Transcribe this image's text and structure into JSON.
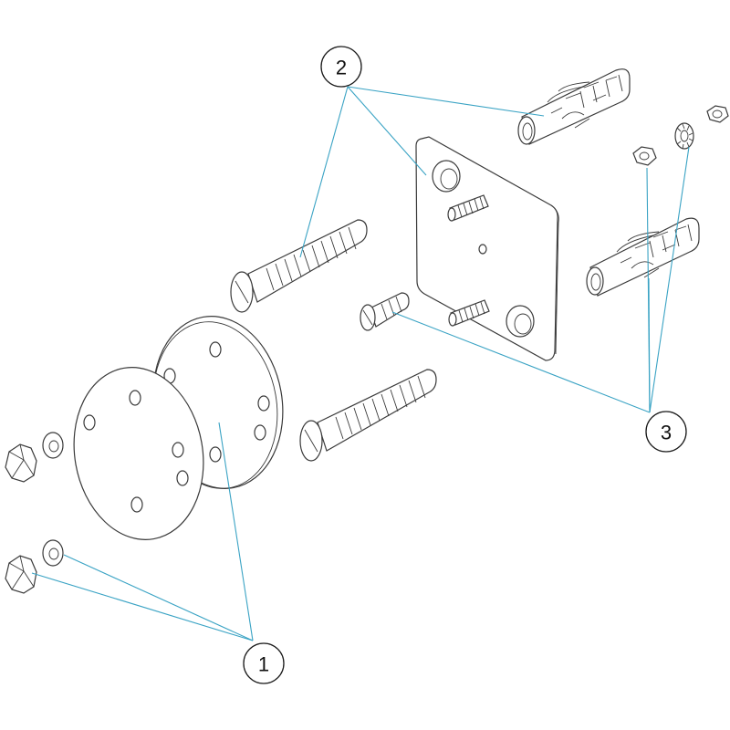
{
  "colors": {
    "leader": "#3aa3c4",
    "outline": "#3a3a3a"
  },
  "callouts": [
    {
      "id": "callout-1",
      "label": "1"
    },
    {
      "id": "callout-2",
      "label": "2"
    },
    {
      "id": "callout-3",
      "label": "3"
    }
  ]
}
